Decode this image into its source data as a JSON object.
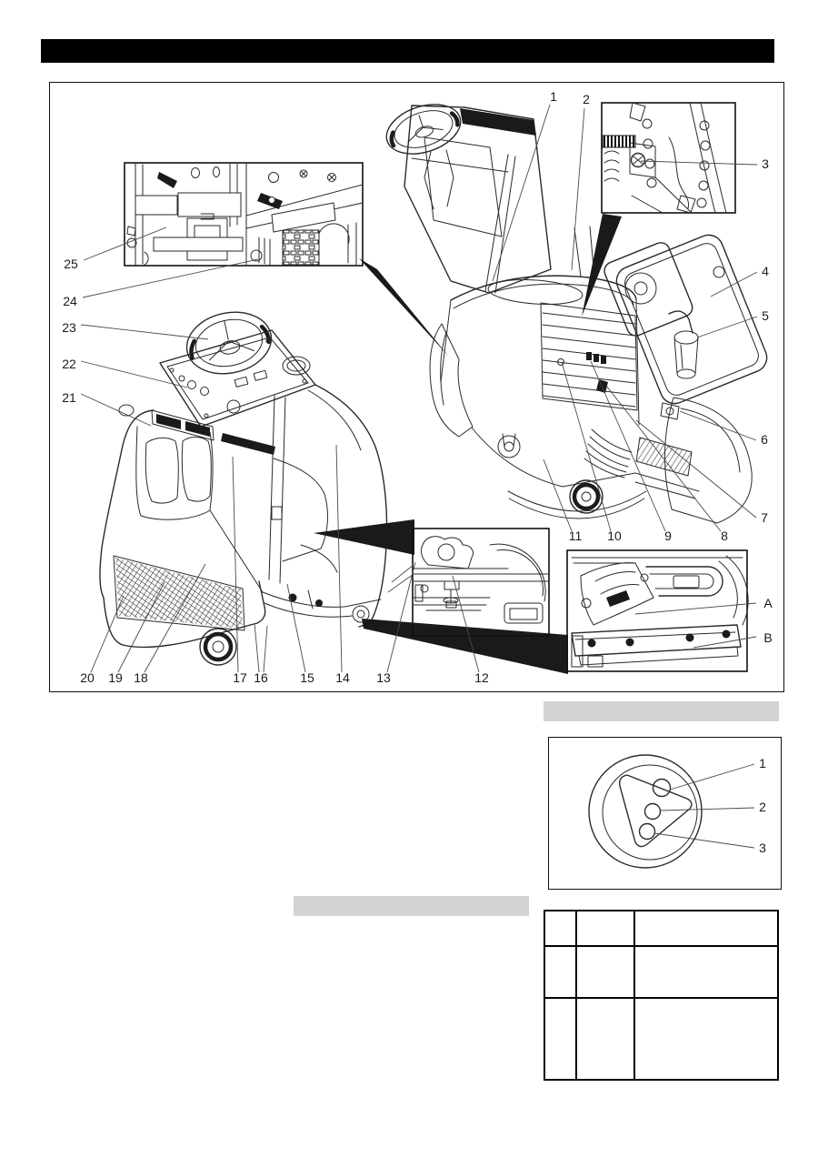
{
  "header": {
    "title": ""
  },
  "headings": {
    "right": "",
    "left": ""
  },
  "main_figure": {
    "callouts": {
      "c1": "1",
      "c2": "2",
      "c3": "3",
      "c4": "4",
      "c5": "5",
      "c6": "6",
      "c7": "7",
      "c8": "8",
      "c9": "9",
      "c10": "10",
      "c11": "11",
      "c12": "12",
      "c13": "13",
      "c14": "14",
      "c15": "15",
      "c16": "16",
      "c17": "17",
      "c18": "18",
      "c19": "19",
      "c20": "20",
      "c21": "21",
      "c22": "22",
      "c23": "23",
      "c24": "24",
      "c25": "25",
      "cA": "A",
      "cB": "B"
    }
  },
  "connector_figure": {
    "callouts": {
      "p1": "1",
      "p2": "2",
      "p3": "3"
    }
  },
  "parts_table": {
    "rows": [
      [
        "",
        "",
        ""
      ],
      [
        "",
        "",
        ""
      ],
      [
        "",
        "",
        ""
      ]
    ]
  }
}
